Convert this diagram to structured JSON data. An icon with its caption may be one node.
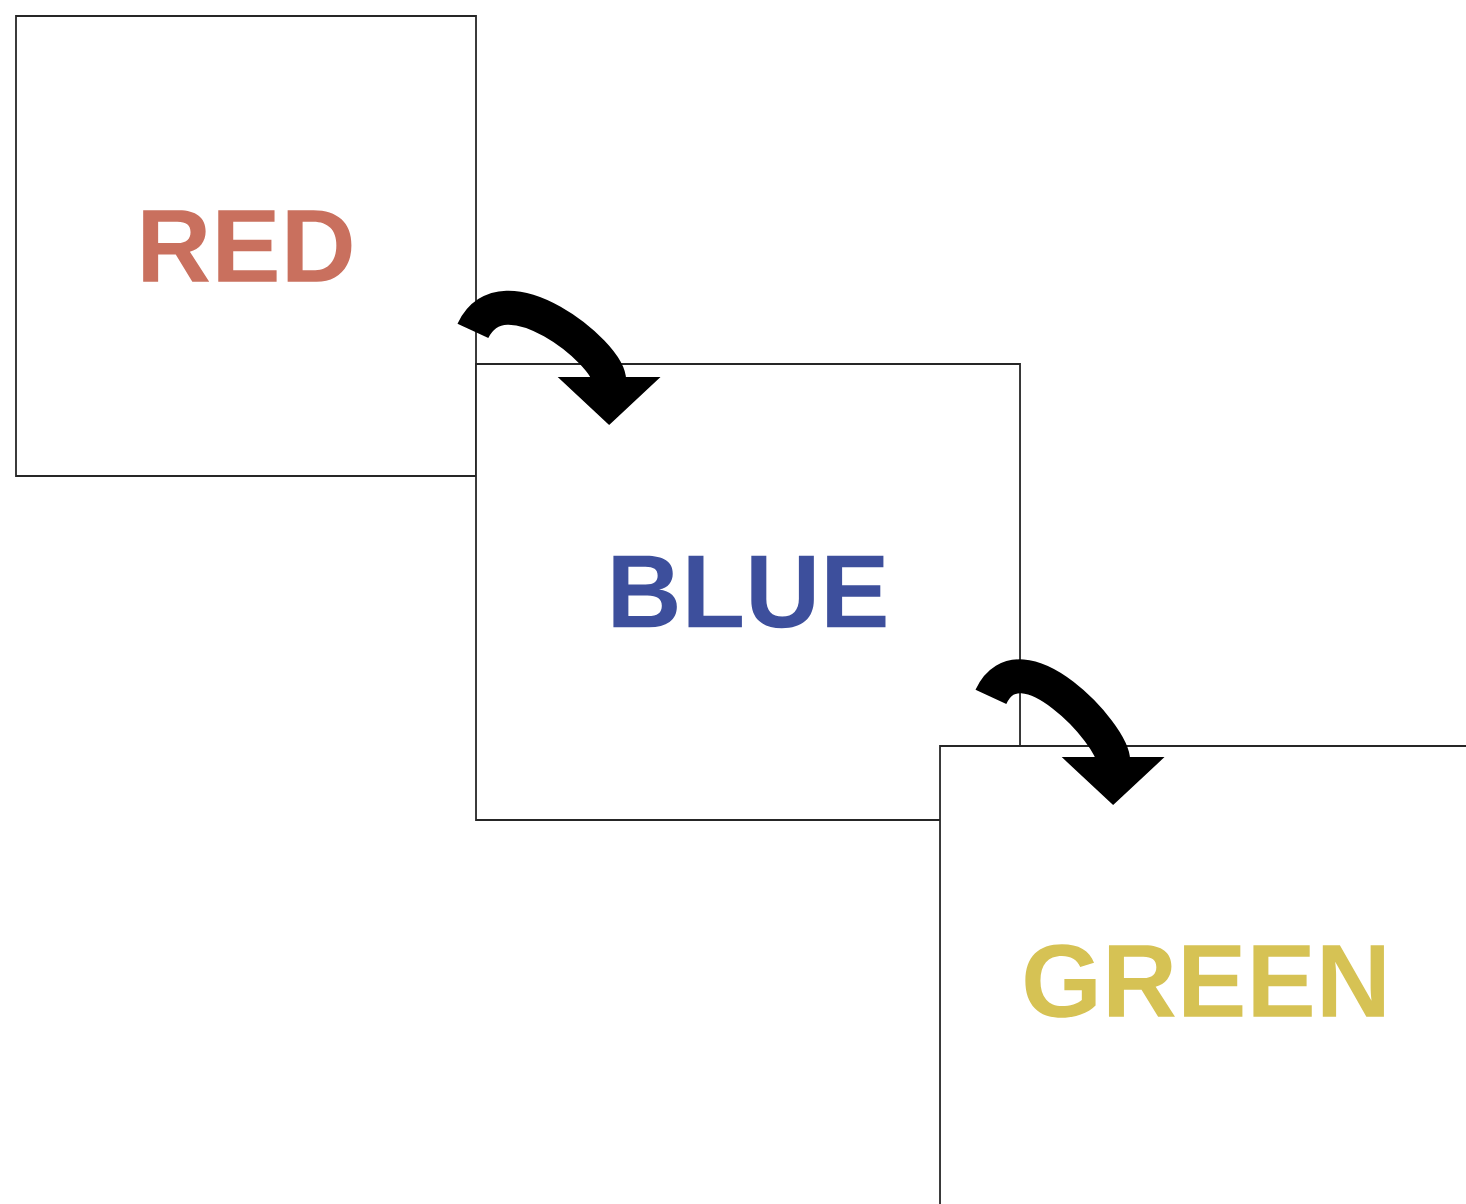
{
  "diagram": {
    "nodes": [
      {
        "text": [
          "RED"
        ]
      },
      {
        "text": [
          "BLUE"
        ]
      },
      {
        "text": [
          "GREEN"
        ]
      }
    ],
    "edges": [
      {
        "from": 0,
        "to": 1,
        "arrow": "to"
      },
      {
        "from": 1,
        "to": 2,
        "arrow": "to"
      }
    ]
  }
}
